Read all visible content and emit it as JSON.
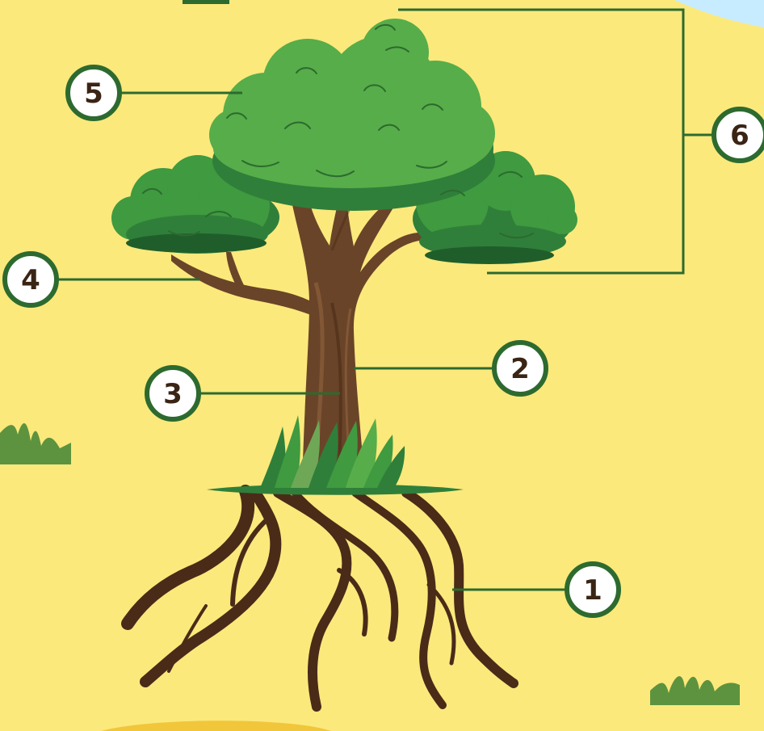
{
  "labels": [
    {
      "id": "roots",
      "text": "1"
    },
    {
      "id": "trunk-right",
      "text": "2"
    },
    {
      "id": "trunk-left",
      "text": "3"
    },
    {
      "id": "branch",
      "text": "4"
    },
    {
      "id": "leaves",
      "text": "5"
    },
    {
      "id": "crown",
      "text": "6"
    }
  ],
  "colors": {
    "background": "#fbe97c",
    "leader_line": "#2d6a2f",
    "marker_stroke": "#2d6a2f",
    "marker_fill": "#ffffff",
    "marker_text": "#3a2414",
    "foliage_dark": "#2f7f3a",
    "foliage_mid": "#3f9a40",
    "foliage_light": "#57ad49",
    "trunk": "#6a4428",
    "root": "#4a2b18",
    "grass": "#3f8f34"
  }
}
